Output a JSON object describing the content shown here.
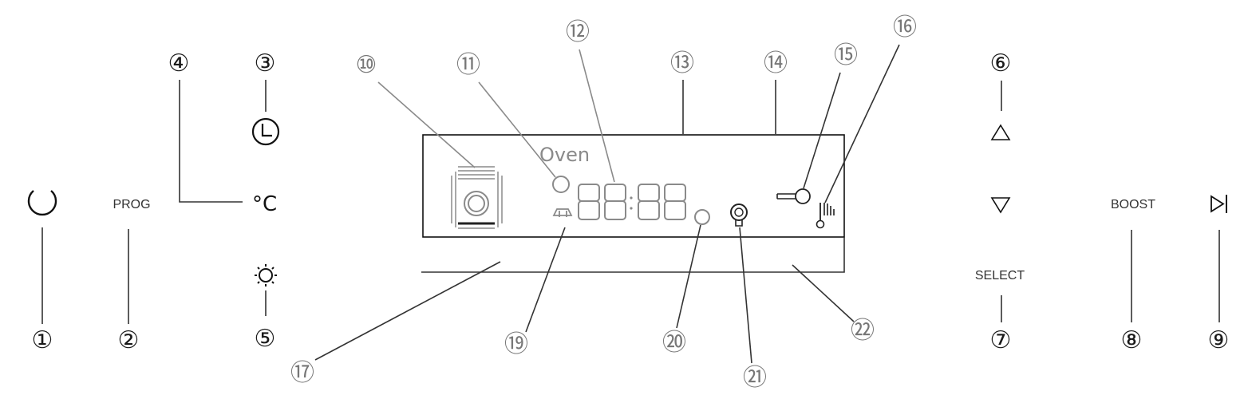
{
  "controls": {
    "prog_label": "PROG",
    "celsius_label": "°C",
    "boost_label": "BOOST",
    "select_label": "SELECT"
  },
  "display": {
    "oven_label": "Oven"
  },
  "callouts": [
    "①",
    "②",
    "③",
    "④",
    "⑤",
    "⑥",
    "⑦",
    "⑧",
    "⑨",
    "⑩",
    "⑪",
    "⑫",
    "⑬",
    "⑭",
    "⑮",
    "⑯",
    "⑰",
    "⑲",
    "⑳",
    "㉑",
    "㉒"
  ],
  "icons": {
    "power": "power-icon",
    "clock": "clock-icon",
    "light": "light-icon",
    "up": "up-arrow-icon",
    "down": "down-arrow-icon",
    "start": "start-icon",
    "oven_function": "oven-function-icon",
    "lock": "lock-icon",
    "probe": "meat-probe-icon",
    "temperature": "temperature-icon"
  }
}
